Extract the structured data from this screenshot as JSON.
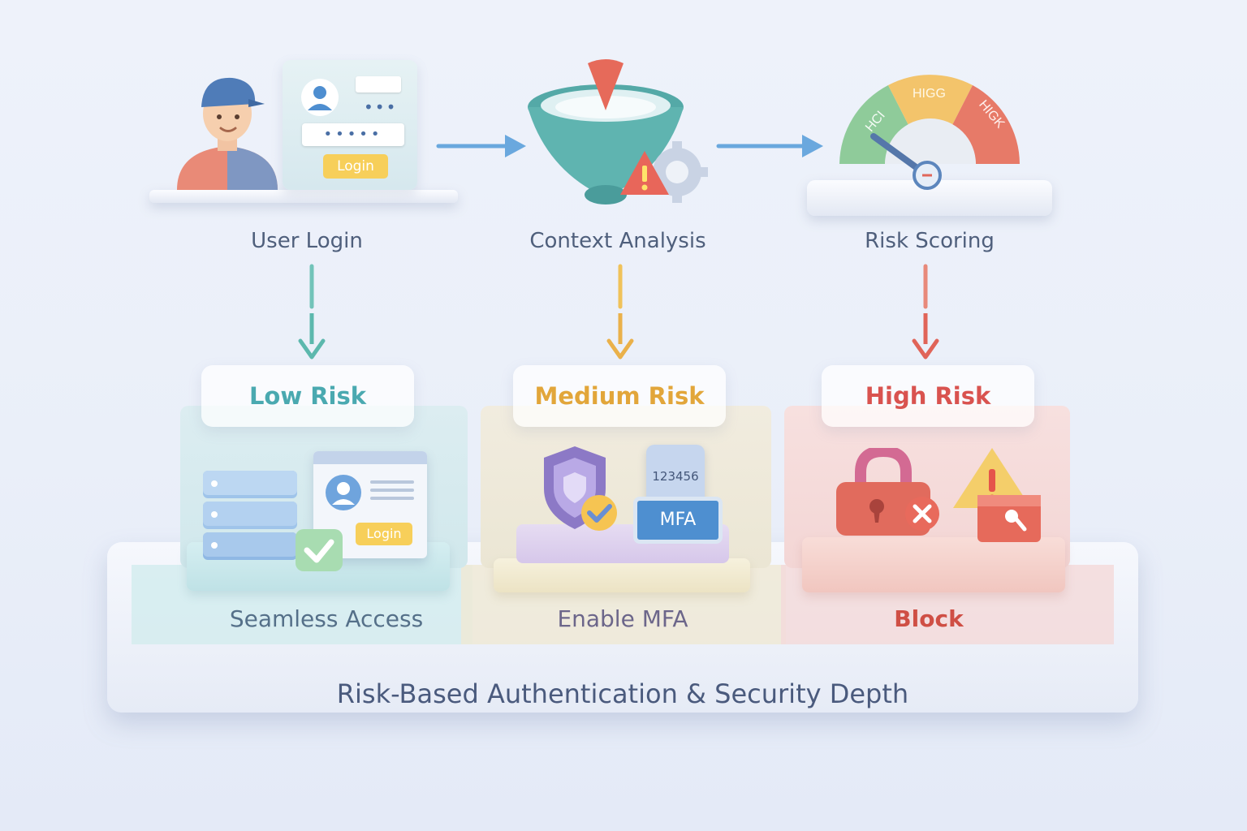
{
  "steps": [
    {
      "label": "User Login",
      "button": "Login"
    },
    {
      "label": "Context Analysis"
    },
    {
      "label": "Risk Scoring",
      "gauge_labels": [
        "HCI",
        "HIGG",
        "HIGK"
      ]
    }
  ],
  "tiers": [
    {
      "name": "Low Risk",
      "outcome": "Seamless Access",
      "button": "Login",
      "color": "#4aa9b0"
    },
    {
      "name": "Medium Risk",
      "outcome": "Enable MFA",
      "code": "123456",
      "mfa": "MFA",
      "color": "#e2a63a"
    },
    {
      "name": "High Risk",
      "outcome": "Block",
      "color": "#d9534f"
    }
  ],
  "footer": "Risk-Based Authentication & Security Depth",
  "colors": {
    "low": "#4aa9b0",
    "medium": "#e2a63a",
    "high": "#d9534f",
    "arrow": "#5ea0d8",
    "text": "#4f5f7c"
  }
}
